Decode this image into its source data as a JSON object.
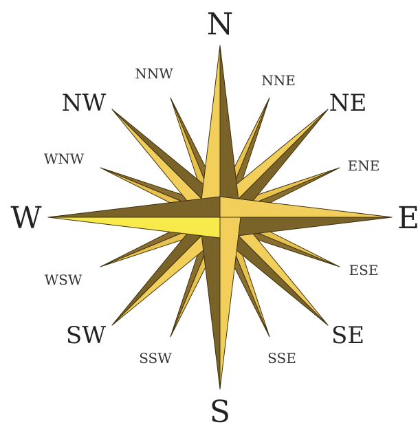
{
  "compass": {
    "colors": {
      "light_face": "#F2CF5B",
      "light_face_minor": "#E8C24E",
      "dark_face": "#7A6328",
      "dark_face_minor": "#8A6E2E",
      "west_highlight": "#F7EA4A",
      "outline": "#3D3110"
    },
    "cardinal": [
      {
        "label": "N",
        "angle": 0
      },
      {
        "label": "E",
        "angle": 90
      },
      {
        "label": "S",
        "angle": 180
      },
      {
        "label": "W",
        "angle": 270
      }
    ],
    "intercardinal": [
      {
        "label": "NE",
        "angle": 45
      },
      {
        "label": "SE",
        "angle": 135
      },
      {
        "label": "SW",
        "angle": 225
      },
      {
        "label": "NW",
        "angle": 315
      }
    ],
    "secondary": [
      {
        "label": "NNE",
        "angle": 22.5
      },
      {
        "label": "ENE",
        "angle": 67.5
      },
      {
        "label": "ESE",
        "angle": 112.5
      },
      {
        "label": "SSE",
        "angle": 157.5
      },
      {
        "label": "SSW",
        "angle": 202.5
      },
      {
        "label": "WSW",
        "angle": 247.5
      },
      {
        "label": "WNW",
        "angle": 292.5
      },
      {
        "label": "NNW",
        "angle": 337.5
      }
    ]
  }
}
